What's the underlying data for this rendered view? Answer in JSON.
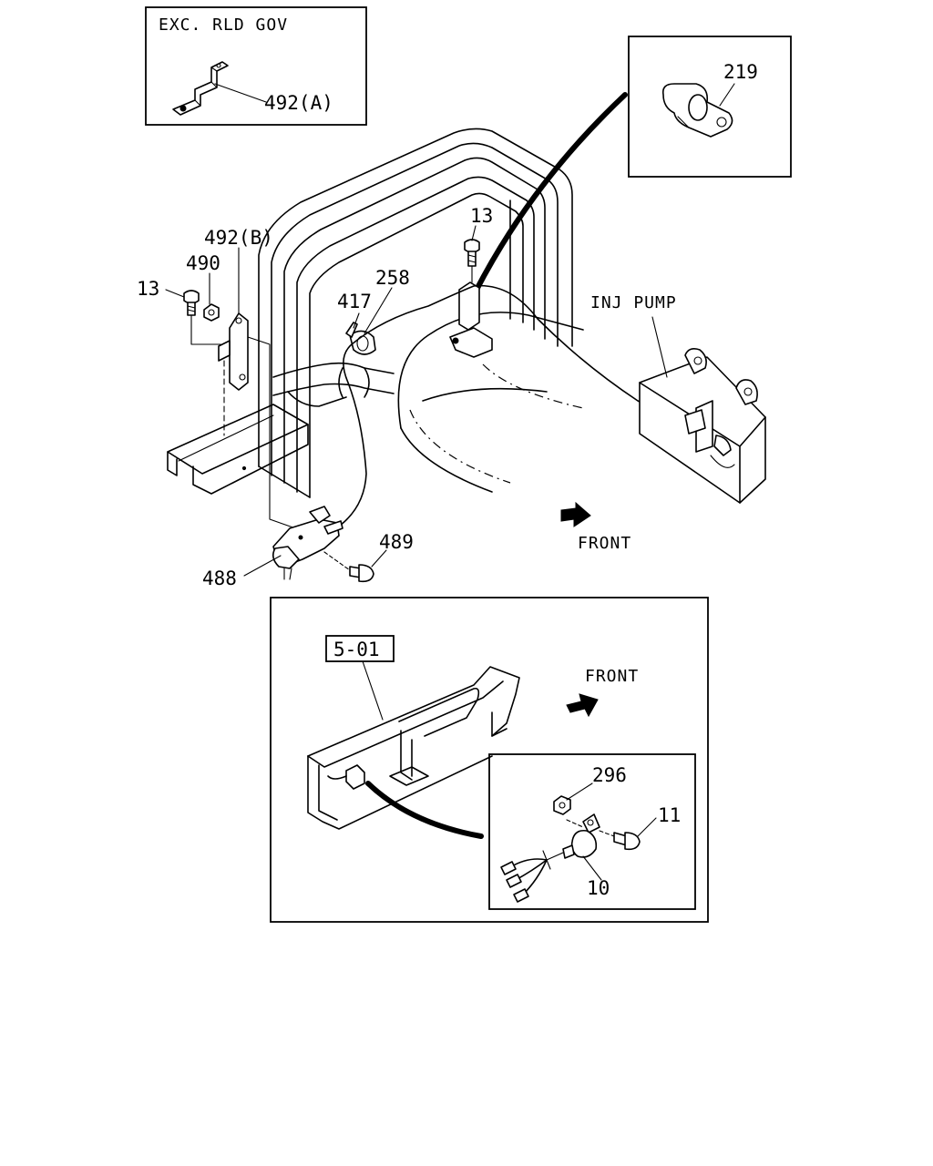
{
  "diagram": {
    "inset_governor": {
      "title": "EXC. RLD GOV",
      "callout": "492(A)"
    },
    "inset_clip": {
      "callout": "219"
    },
    "main_callouts": {
      "bracket_b": "492(B)",
      "nut": "490",
      "bolt_left": "13",
      "bolt_top": "13",
      "clip_258": "258",
      "clip_417": "417",
      "pump_label": "INJ PUMP",
      "switch": "488",
      "bolt_489": "489",
      "front": "FRONT"
    },
    "lower_inset": {
      "reference_box": "5-01",
      "front": "FRONT",
      "nut": "296",
      "bolt": "11",
      "sensor": "10"
    }
  }
}
